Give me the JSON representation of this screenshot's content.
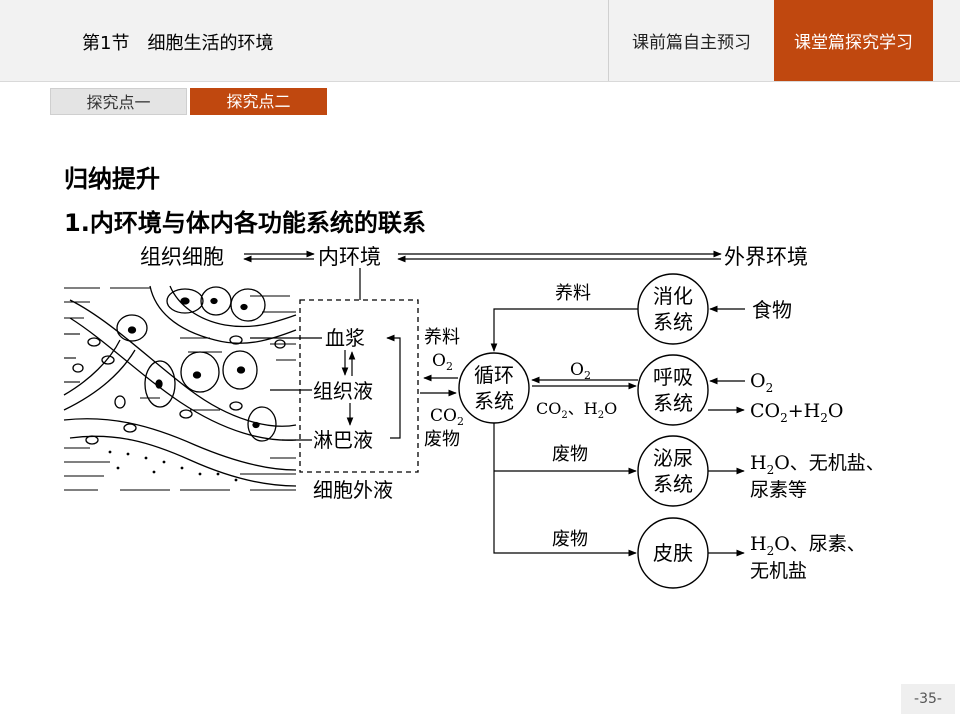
{
  "header": {
    "lesson_title": "第1节　细胞生活的环境",
    "tabs": [
      {
        "label": "课前篇自主预习"
      },
      {
        "label": "课堂篇探究学习"
      }
    ],
    "accent_color": "#c0480f"
  },
  "subtabs": [
    {
      "label": "探究点一"
    },
    {
      "label": "探究点二"
    }
  ],
  "content": {
    "section_title": "归纳提升",
    "heading": "1.内环境与体内各功能系统的联系"
  },
  "diagram": {
    "top_tissue_cells": "组织细胞",
    "top_internal_env": "内环境",
    "top_external_env": "外界环境",
    "plasma": "血浆",
    "tissue_fluid": "组织液",
    "lymph": "淋巴液",
    "extracellular_fluid": "细胞外液",
    "nutrients_left": "养料",
    "o2_left": "O",
    "o2_left_sub": "2",
    "co2_left": "CO",
    "co2_left_sub": "2",
    "waste_left": "废物",
    "circulatory_1": "循环",
    "circulatory_2": "系统",
    "nutrients_top": "养料",
    "digestive_1": "消化",
    "digestive_2": "系统",
    "food": "食物",
    "o2_mid": "O",
    "o2_mid_sub": "2",
    "co2_mid": "CO",
    "co2_mid_sub": "2",
    "co2_mid_sep": "、H",
    "co2_mid_h2o_sub": "2",
    "co2_mid_o": "O",
    "respiratory_1": "呼吸",
    "respiratory_2": "系统",
    "o2_in": "O",
    "o2_in_sub": "2",
    "co2_out": "CO",
    "co2_out_sub": "2",
    "co2_out_rest": "+H",
    "co2_out_h2o_sub": "2",
    "co2_out_o": "O",
    "waste_urinary": "废物",
    "urinary_1": "泌尿",
    "urinary_2": "系统",
    "urinary_out_h": "H",
    "urinary_out_sub": "2",
    "urinary_out_1": "O、无机盐、",
    "urinary_out_2": "尿素等",
    "waste_skin": "废物",
    "skin": "皮肤",
    "skin_out_h": "H",
    "skin_out_sub": "2",
    "skin_out_1": "O、尿素、",
    "skin_out_2": "无机盐"
  },
  "page": {
    "number": "-35-"
  }
}
